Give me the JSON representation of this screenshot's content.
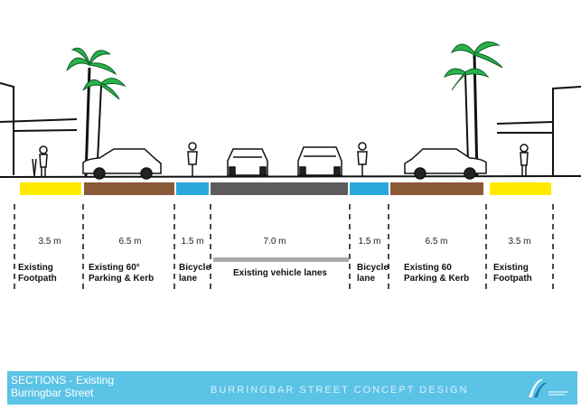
{
  "dimensions": {
    "left_footpath": "3.5 m",
    "left_parking": "6.5 m",
    "left_bicycle": "1.5 m",
    "vehicle": "7.0 m",
    "right_bicycle": "1.5 m",
    "right_parking": "6.5 m",
    "right_footpath": "3.5 m"
  },
  "zones": {
    "left_footpath": [
      "Existing",
      "Footpath"
    ],
    "left_parking": [
      "Existing 60°",
      "Parking & Kerb"
    ],
    "left_bicycle": [
      "Bicycle",
      "lane"
    ],
    "vehicle": "Existing vehicle lanes",
    "right_bicycle": [
      "Bicycle",
      "lane"
    ],
    "right_parking": [
      "Existing 60",
      "Parking & Kerb"
    ],
    "right_footpath": [
      "Existing",
      "Footpath"
    ]
  },
  "footer": {
    "title_line1": "SECTIONS - Existing",
    "title_line2": "Burringbar Street",
    "center_text": "BURRINGBAR STREET CONCEPT DESIGN"
  },
  "colors": {
    "footpath": "#ffea00",
    "parking": "#8b5a36",
    "bicycle": "#2aa8dc",
    "vehicle": "#5c5c5c",
    "footer": "#5bc3e6",
    "palm": "#2bb24c"
  },
  "icons": [
    "palm-tree-icon",
    "car-icon",
    "cyclist-icon",
    "pedestrian-icon",
    "building-icon",
    "logo-icon"
  ]
}
